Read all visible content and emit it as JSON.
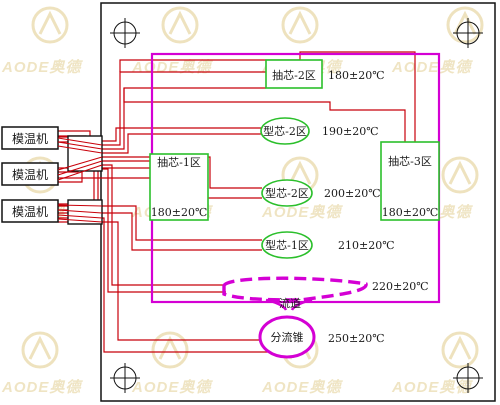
{
  "diagram": {
    "machines": [
      {
        "label": "模温机"
      },
      {
        "label": "模温机"
      },
      {
        "label": "模温机"
      }
    ],
    "zones": [
      {
        "label": "抽芯-2区",
        "temp": "180±20℃"
      },
      {
        "label": "型芯-2区",
        "temp": "190±20℃"
      },
      {
        "label": "抽芯-1区",
        "temp": "180±20℃"
      },
      {
        "label": "型芯-2区",
        "temp": "200±20℃"
      },
      {
        "label": "抽芯-3区",
        "temp": "180±20℃"
      },
      {
        "label": "型芯-1区",
        "temp": "210±20℃"
      },
      {
        "label": "流道",
        "temp": "220±20℃"
      },
      {
        "label": "分流锥",
        "temp": "250±20℃"
      }
    ],
    "watermark": {
      "text": "AODE奥德"
    },
    "colors": {
      "mold_outline": "#111111",
      "cavity_outline": "#d400d4",
      "zone_green": "#2bbf2b",
      "water_line": "#c8000a",
      "watermark": "#e3cf93"
    }
  }
}
